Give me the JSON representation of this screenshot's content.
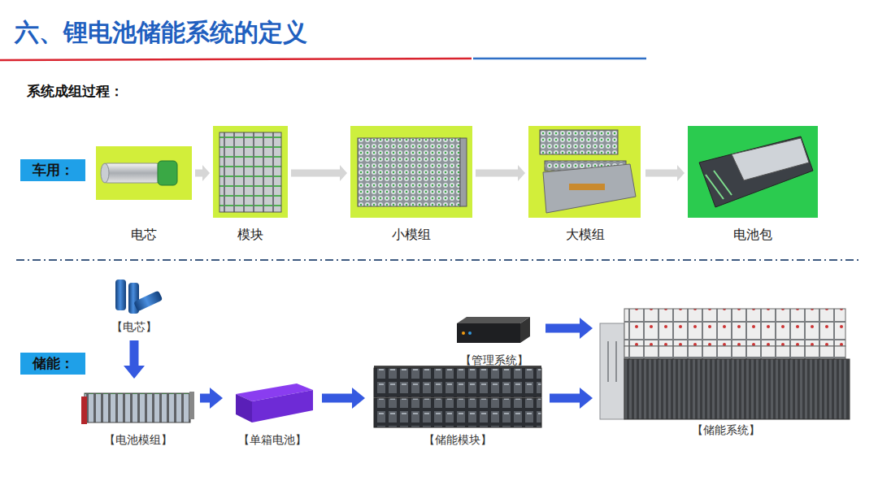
{
  "diagram": {
    "title": "六、锂电池储能系统的定义",
    "nodes": [
      {
        "text": [
          "车用："
        ]
      },
      {
        "text": [
          "电芯"
        ]
      },
      {
        "text": [
          "模块"
        ]
      },
      {
        "text": [
          "小模组"
        ]
      },
      {
        "text": [
          "大模组"
        ]
      },
      {
        "text": [
          "电池包"
        ]
      },
      {
        "text": [
          "【电芯】"
        ]
      },
      {
        "text": [
          "【管理系统】"
        ]
      },
      {
        "text": [
          "储能："
        ]
      },
      {
        "text": [
          "【电池模组】"
        ]
      },
      {
        "text": [
          "【单箱电池】"
        ]
      },
      {
        "text": [
          "【储能模块】"
        ]
      },
      {
        "text": [
          "【储能系统】"
        ]
      }
    ],
    "edges": [
      {
        "from": 1,
        "to": 2,
        "arrow": "to"
      },
      {
        "from": 2,
        "to": 3,
        "arrow": "to"
      },
      {
        "from": 3,
        "to": 4,
        "arrow": "to"
      },
      {
        "from": 4,
        "to": 5,
        "arrow": "to"
      },
      {
        "from": 6,
        "to": 9,
        "arrow": "to"
      },
      {
        "from": 9,
        "to": 10,
        "arrow": "to"
      },
      {
        "from": 10,
        "to": 11,
        "arrow": "to"
      },
      {
        "from": 11,
        "to": 12,
        "arrow": "to"
      },
      {
        "from": 7,
        "to": 12,
        "arrow": "to"
      }
    ],
    "labels": [
      "系统成组过程："
    ]
  }
}
